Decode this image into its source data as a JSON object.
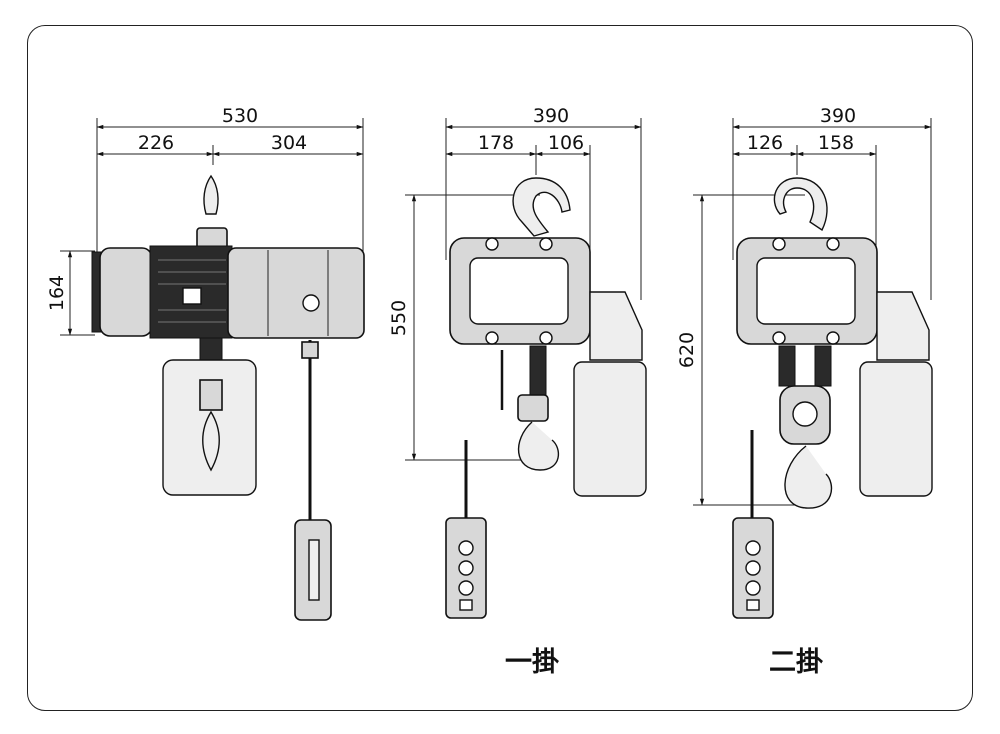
{
  "figures": [
    {
      "view": "side",
      "dimensions": {
        "total_width": "530",
        "left_width": "226",
        "right_width": "304",
        "height": "164"
      }
    },
    {
      "view": "front-single",
      "dimensions": {
        "total_width": "390",
        "left_width": "178",
        "right_width": "106",
        "height": "550"
      },
      "caption": "一掛"
    },
    {
      "view": "front-double",
      "dimensions": {
        "total_width": "390",
        "left_width": "126",
        "right_width": "158",
        "height": "620"
      },
      "caption": "二掛"
    }
  ]
}
